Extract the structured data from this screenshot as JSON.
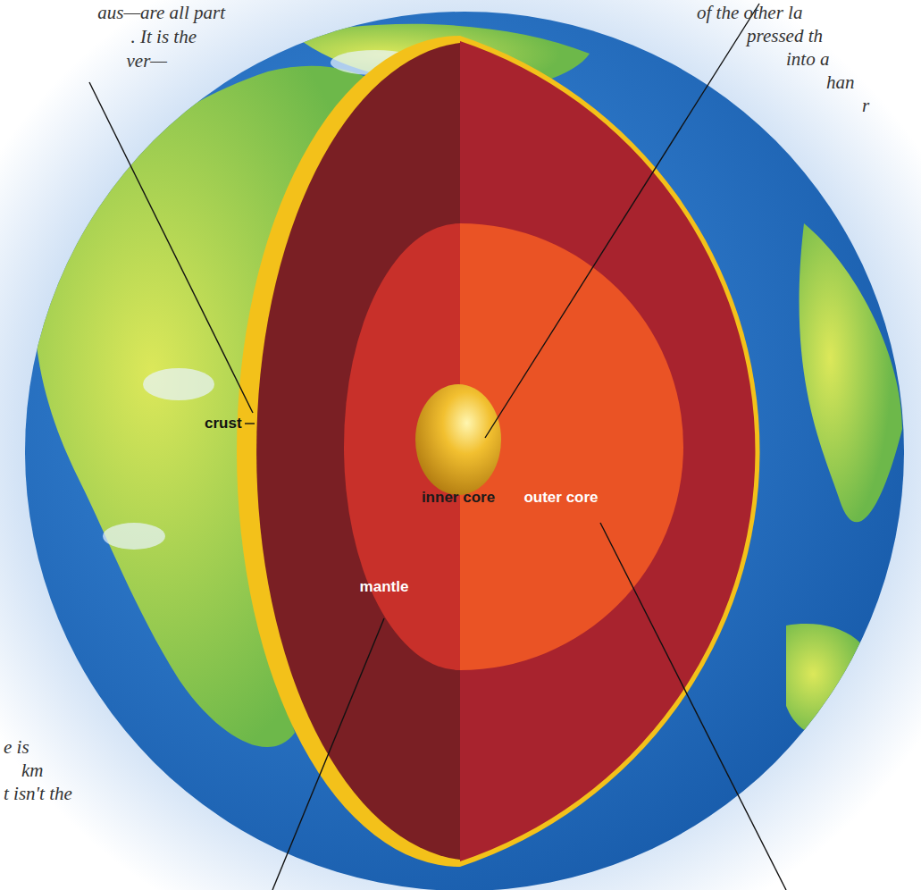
{
  "diagram": {
    "labels": [
      "crust",
      "inner core",
      "outer core",
      "mantle",
      "aus—are all part",
      ". It is the",
      "ver—",
      "of the other la",
      "pressed th",
      "into a",
      "han",
      "r",
      "e is",
      "km",
      "t isn't the"
    ]
  }
}
